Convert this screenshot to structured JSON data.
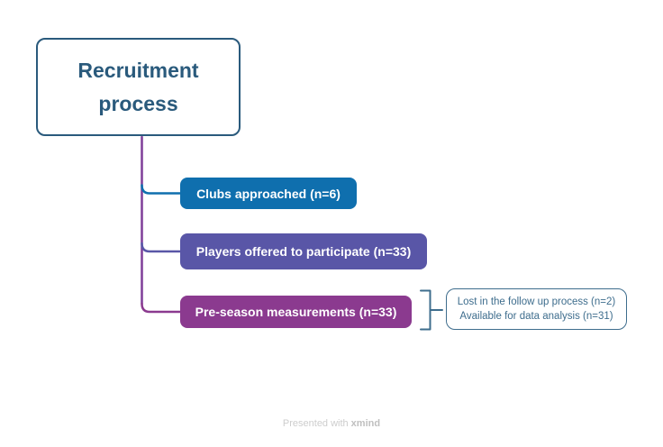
{
  "diagram": {
    "root_topic": {
      "line1": "Recruitment",
      "line2": "process",
      "text_color": "#2a5a7c",
      "outline_color": "#2a5a7c"
    },
    "topics": [
      {
        "label": "Clubs approached (n=6)",
        "fill": "#0f6fae"
      },
      {
        "label": "Players offered to participate (n=33)",
        "fill": "#5956a7"
      },
      {
        "label": "Pre-season measurements (n=33)",
        "fill": "#8b3a8f"
      }
    ],
    "summary": {
      "line1": "Lost in the follow up process (n=2)",
      "line2": "Available for data analysis (n=31)",
      "color": "#3e6d8d"
    },
    "connectors": {
      "trunk": "#7f3e99",
      "branch_clubs": "#0f6fae",
      "branch_players": "#5956a7",
      "branch_preseason": "#8b3a8f",
      "bracket": "#3e6d8d"
    }
  },
  "watermark": {
    "prefix": "Presented with",
    "brand": "xmind",
    "color": "#cdcdcd",
    "brand_color": "#c0c0c0"
  }
}
